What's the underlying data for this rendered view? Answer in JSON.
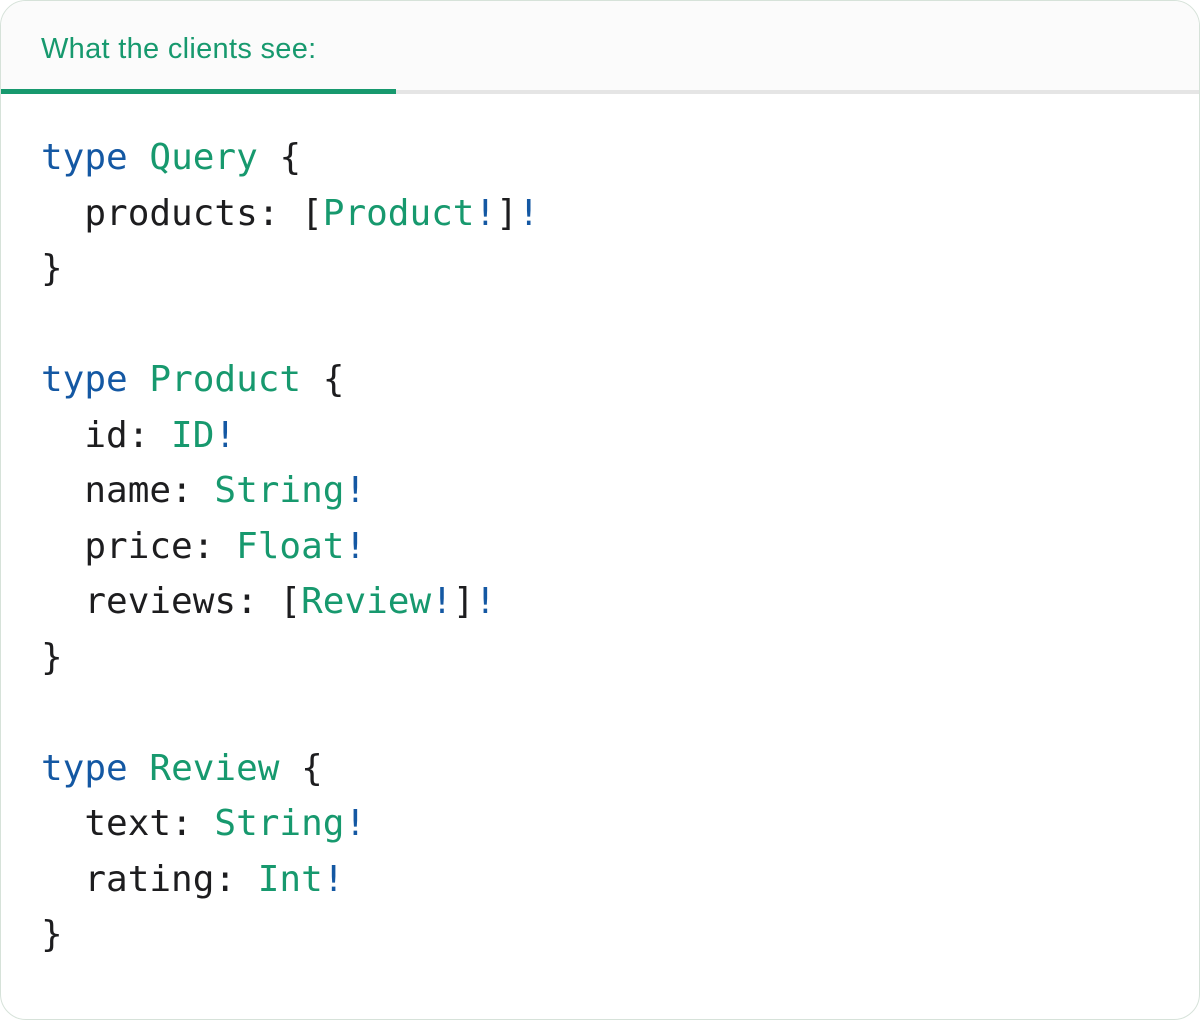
{
  "tab": {
    "label": "What the clients see:"
  },
  "colors": {
    "green": "#17996e",
    "blue": "#1458a3",
    "text": "#1d1d1f",
    "divider": "#e5e5e5",
    "tab_bar_bg": "#fbfbfb",
    "card_border": "#d6e2d9"
  },
  "code": {
    "language": "graphql",
    "lines": [
      [
        {
          "style": "keyword",
          "text": "type"
        },
        {
          "style": "plain",
          "text": " "
        },
        {
          "style": "typename",
          "text": "Query"
        },
        {
          "style": "plain",
          "text": " {"
        }
      ],
      [
        {
          "style": "plain",
          "text": "  products: ["
        },
        {
          "style": "typename",
          "text": "Product"
        },
        {
          "style": "bang",
          "text": "!"
        },
        {
          "style": "plain",
          "text": "]"
        },
        {
          "style": "bang",
          "text": "!"
        }
      ],
      [
        {
          "style": "plain",
          "text": "}"
        }
      ],
      [],
      [
        {
          "style": "keyword",
          "text": "type"
        },
        {
          "style": "plain",
          "text": " "
        },
        {
          "style": "typename",
          "text": "Product"
        },
        {
          "style": "plain",
          "text": " {"
        }
      ],
      [
        {
          "style": "plain",
          "text": "  id: "
        },
        {
          "style": "typename",
          "text": "ID"
        },
        {
          "style": "bang",
          "text": "!"
        }
      ],
      [
        {
          "style": "plain",
          "text": "  name: "
        },
        {
          "style": "typename",
          "text": "String"
        },
        {
          "style": "bang",
          "text": "!"
        }
      ],
      [
        {
          "style": "plain",
          "text": "  price: "
        },
        {
          "style": "typename",
          "text": "Float"
        },
        {
          "style": "bang",
          "text": "!"
        }
      ],
      [
        {
          "style": "plain",
          "text": "  reviews: ["
        },
        {
          "style": "typename",
          "text": "Review"
        },
        {
          "style": "bang",
          "text": "!"
        },
        {
          "style": "plain",
          "text": "]"
        },
        {
          "style": "bang",
          "text": "!"
        }
      ],
      [
        {
          "style": "plain",
          "text": "}"
        }
      ],
      [],
      [
        {
          "style": "keyword",
          "text": "type"
        },
        {
          "style": "plain",
          "text": " "
        },
        {
          "style": "typename",
          "text": "Review"
        },
        {
          "style": "plain",
          "text": " {"
        }
      ],
      [
        {
          "style": "plain",
          "text": "  text: "
        },
        {
          "style": "typename",
          "text": "String"
        },
        {
          "style": "bang",
          "text": "!"
        }
      ],
      [
        {
          "style": "plain",
          "text": "  rating: "
        },
        {
          "style": "typename",
          "text": "Int"
        },
        {
          "style": "bang",
          "text": "!"
        }
      ],
      [
        {
          "style": "plain",
          "text": "}"
        }
      ]
    ]
  }
}
